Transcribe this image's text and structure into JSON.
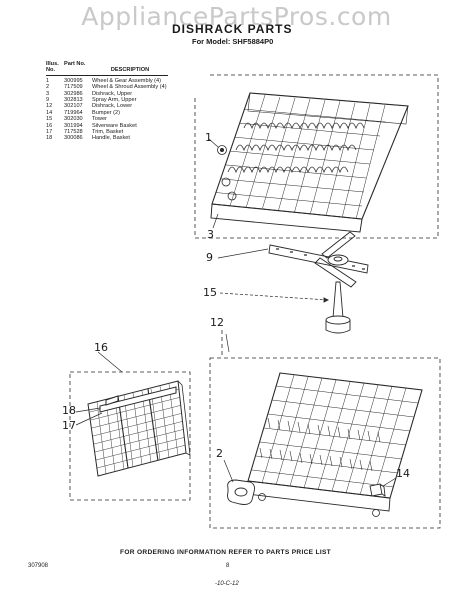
{
  "watermark": "AppliancePartsPros.com",
  "header": {
    "title": "DISHRACK PARTS",
    "model": "For Model: SHF5884P0"
  },
  "parts_table": {
    "headers": {
      "illus": "Illus. No.",
      "part": "Part No.",
      "desc": "DESCRIPTION"
    },
    "rows": [
      {
        "illus": "1",
        "part": "300995",
        "desc": "Wheel & Gear Assembly (4)"
      },
      {
        "illus": "2",
        "part": "717509",
        "desc": "Wheel & Shroud Assembly (4)"
      },
      {
        "illus": "3",
        "part": "302986",
        "desc": "Dishrack, Upper"
      },
      {
        "illus": "9",
        "part": "302813",
        "desc": "Spray Arm, Upper"
      },
      {
        "illus": "12",
        "part": "302107",
        "desc": "Dishrack, Lower"
      },
      {
        "illus": "14",
        "part": "719964",
        "desc": "Bumper (2)"
      },
      {
        "illus": "15",
        "part": "302030",
        "desc": "Tower"
      },
      {
        "illus": "16",
        "part": "301994",
        "desc": "Silverware Basket"
      },
      {
        "illus": "17",
        "part": "717528",
        "desc": "Trim, Basket"
      },
      {
        "illus": "18",
        "part": "300086",
        "desc": "Handle, Basket"
      }
    ]
  },
  "callouts": {
    "c1": "1",
    "c3": "3",
    "c9": "9",
    "c15": "15",
    "c12": "12",
    "c16": "16",
    "c18": "18",
    "c17": "17",
    "c2": "2",
    "c14": "14"
  },
  "footer": {
    "ordering": "FOR ORDERING INFORMATION REFER TO PARTS PRICE LIST",
    "doc_number": "307908",
    "page": "8",
    "code": "-10-C-12"
  }
}
